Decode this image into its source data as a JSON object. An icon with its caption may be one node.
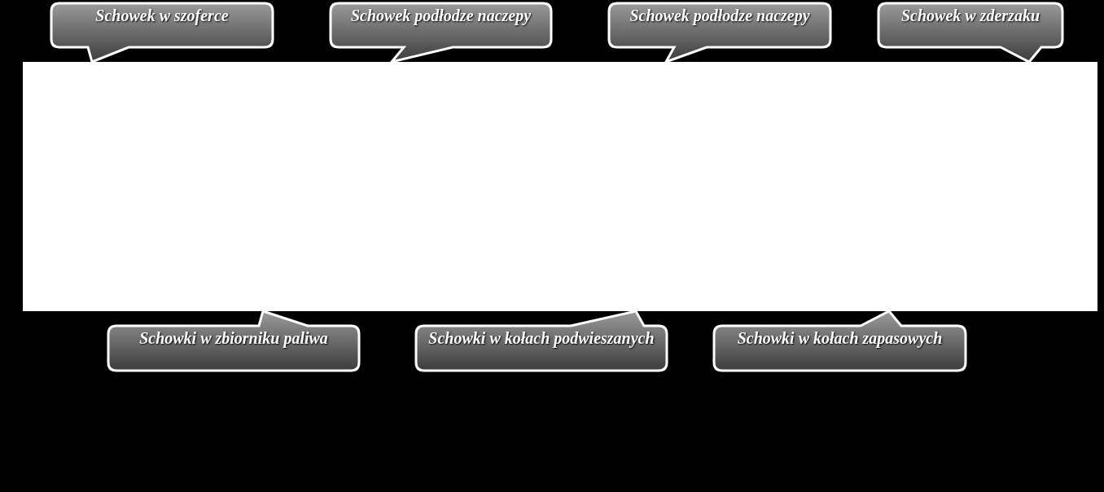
{
  "diagram": {
    "nodes": [
      {
        "text": [
          "Schowek w szoferce"
        ]
      },
      {
        "text": [
          "Schowek podłodze naczepy"
        ]
      },
      {
        "text": [
          "Schowek podłodze naczepy"
        ]
      },
      {
        "text": [
          "Schowek w zderzaku"
        ]
      },
      {
        "text": [
          "Schowki w zbiorniku paliwa"
        ]
      },
      {
        "text": [
          "Schowki w kołach podwieszanych"
        ]
      },
      {
        "text": [
          "Schowki w kołach zapasowych"
        ]
      }
    ]
  }
}
